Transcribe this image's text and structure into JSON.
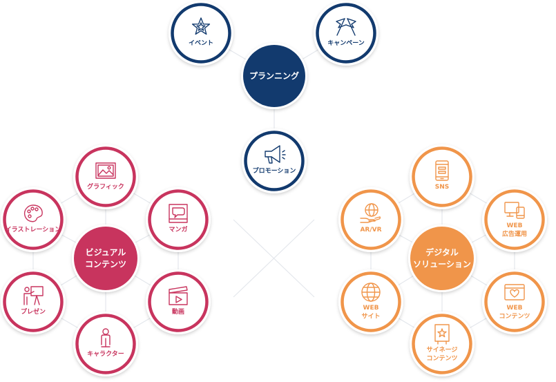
{
  "colors": {
    "navy": "#123a6e",
    "crimson": "#c8345e",
    "orange": "#f0954a",
    "connector": "#e4e7ec"
  },
  "groups": [
    {
      "id": "planning",
      "color": "navy",
      "center": {
        "label": [
          "プランニング"
        ]
      },
      "items": [
        {
          "label": [
            "イベント"
          ],
          "icon": "star-icon"
        },
        {
          "label": [
            "キャンペーン"
          ],
          "icon": "flags-icon"
        },
        {
          "label": [
            "プロモーション"
          ],
          "icon": "megaphone-icon"
        }
      ]
    },
    {
      "id": "visual",
      "color": "crimson",
      "center": {
        "label": [
          "ビジュアル",
          "コンテンツ"
        ]
      },
      "items": [
        {
          "label": [
            "グラフィック"
          ],
          "icon": "image-frame-icon"
        },
        {
          "label": [
            "マンガ"
          ],
          "icon": "comic-icon"
        },
        {
          "label": [
            "動画"
          ],
          "icon": "video-clapper-icon"
        },
        {
          "label": [
            "キャラクター"
          ],
          "icon": "character-icon"
        },
        {
          "label": [
            "プレゼン"
          ],
          "icon": "presenter-icon"
        },
        {
          "label": [
            "イラストレーション"
          ],
          "icon": "palette-icon"
        }
      ]
    },
    {
      "id": "digital",
      "color": "orange",
      "center": {
        "label": [
          "デジタル",
          "ソリューション"
        ]
      },
      "items": [
        {
          "label": [
            "SNS"
          ],
          "icon": "smartphone-icon"
        },
        {
          "label": [
            "WEB",
            "広告運用"
          ],
          "icon": "devices-icon"
        },
        {
          "label": [
            "WEB",
            "コンテンツ"
          ],
          "icon": "browser-heart-icon"
        },
        {
          "label": [
            "サイネージ",
            "コンテンツ"
          ],
          "icon": "signage-icon"
        },
        {
          "label": [
            "WEB",
            "サイト"
          ],
          "icon": "globe-icon"
        },
        {
          "label": [
            "AR/VR"
          ],
          "icon": "hand-globe-icon"
        }
      ]
    }
  ]
}
